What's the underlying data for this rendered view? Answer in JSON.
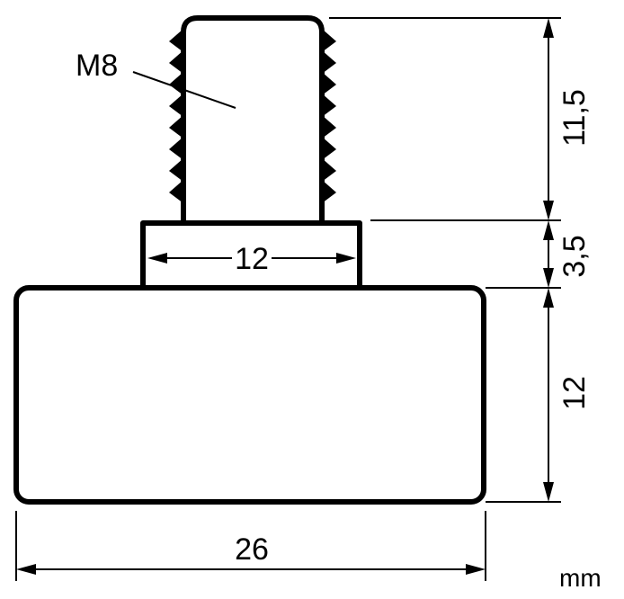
{
  "thread_label": "M8",
  "dimensions": {
    "thread_height": "11,5",
    "collar_height": "3,5",
    "collar_width": "12",
    "base_height": "12",
    "base_width": "26"
  },
  "unit": "mm"
}
